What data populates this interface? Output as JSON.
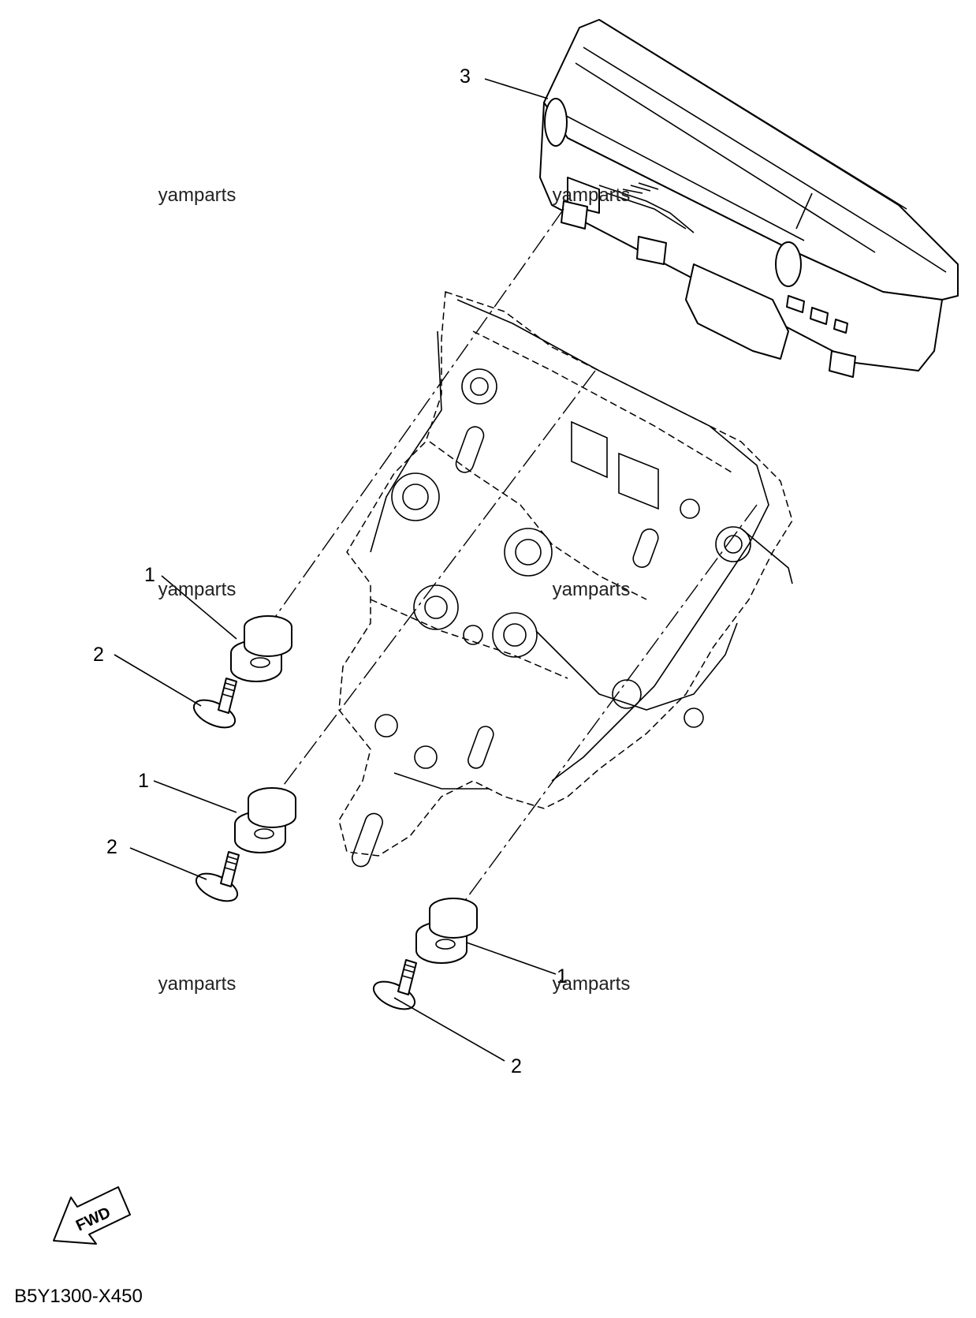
{
  "diagram": {
    "diagram_code": "B5Y1300-X450",
    "forward_marker": "FWD",
    "watermark": "yamparts",
    "callouts": {
      "part_1": "1",
      "part_2": "2",
      "part_3": "3"
    }
  }
}
